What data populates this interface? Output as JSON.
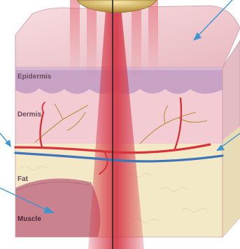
{
  "labels": {
    "epidermis": "Epidermis",
    "dermis": "Dermis",
    "fat": "Fat",
    "muscle": "Muscle"
  },
  "colors": {
    "epidermis": "#d7b8d3",
    "dermis": "#f2cbd3",
    "fat": "#f3e9c6",
    "muscle": "#c9828e",
    "artery": "#d8323a",
    "vein": "#3f74b8",
    "nerve": "#b9903f",
    "laser_beam": "#d63a4a",
    "pointer_arrow": "#3f96cf"
  }
}
